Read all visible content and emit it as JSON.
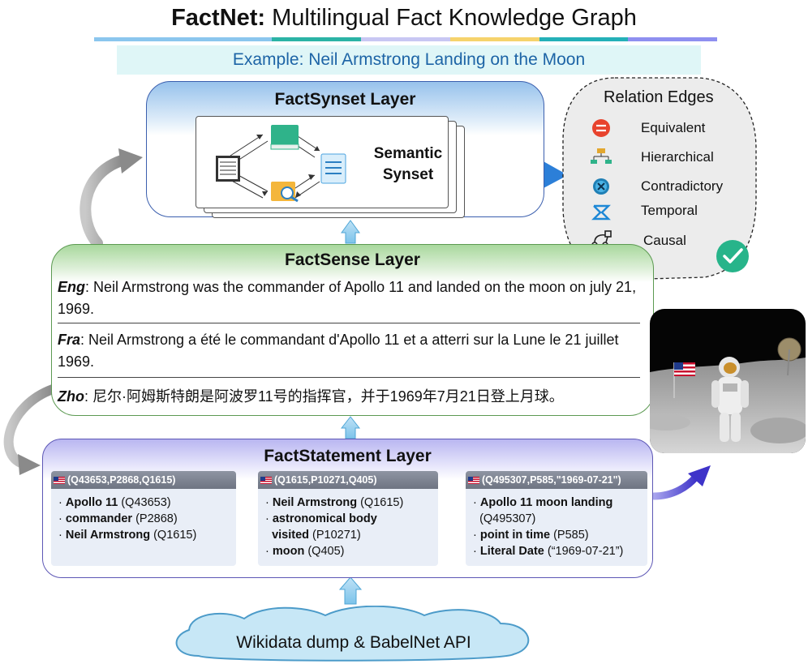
{
  "title": {
    "bold": "FactNet:",
    "rest": " Multilingual Fact Knowledge Graph"
  },
  "title_bar_colors": [
    "#8bc6ee",
    "#8bc6ee",
    "#2bb3a5",
    "#c8c7f3",
    "#f6d36c",
    "#24b0b8",
    "#8e8ff0"
  ],
  "example": "Example: Neil Armstrong Landing on the Moon",
  "synset": {
    "title": "FactSynset Layer",
    "label_line1": "Semantic",
    "label_line2": "Synset"
  },
  "relations": {
    "title": "Relation Edges",
    "items": [
      {
        "label": "Equivalent",
        "icon": "equivalent-icon",
        "color": "#e8432d"
      },
      {
        "label": "Hierarchical",
        "icon": "hierarchy-icon",
        "color": "#e2a72e"
      },
      {
        "label": "Contradictory",
        "icon": "contradictory-icon",
        "color": "#1f7fb5"
      },
      {
        "label": "Temporal",
        "icon": "temporal-icon",
        "color": "#1e88d6"
      },
      {
        "label": "Causal",
        "icon": "causal-icon",
        "color": "#222222"
      }
    ],
    "check_color": "#27b48a"
  },
  "sense": {
    "title": "FactSense Layer",
    "eng_lang": "Eng",
    "eng_text": ": Neil Armstrong was the commander of Apollo 11 and landed on the moon on july 21, 1969.",
    "fra_lang": "Fra",
    "fra_text": ": Neil Armstrong a été le commandant d'Apollo 11 et a atterri sur la Lune le 21 juillet 1969.",
    "zho_lang": "Zho",
    "zho_text": ": 尼尔·阿姆斯特朗是阿波罗11号的指挥官，并于1969年7月21日登上月球。"
  },
  "statement": {
    "title": "FactStatement Layer",
    "cards": [
      {
        "header": "(Q43653,P2868,Q1615)",
        "items": [
          {
            "bold": "Apollo 11",
            "id": " (Q43653)"
          },
          {
            "bold": "commander",
            "id": " (P2868)"
          },
          {
            "bold": "Neil Armstrong",
            "id": " (Q1615)"
          }
        ]
      },
      {
        "header": "(Q1615,P10271,Q405)",
        "items": [
          {
            "bold": "Neil Armstrong",
            "id": " (Q1615)"
          },
          {
            "bold": "astronomical body",
            "id": ""
          },
          {
            "bold": "visited",
            "id": " (P10271)"
          },
          {
            "bold": "moon",
            "id": " (Q405)"
          }
        ]
      },
      {
        "header": "(Q495307,P585,\"1969-07-21\")",
        "items": [
          {
            "bold": "Apollo 11 moon landing",
            "id": ""
          },
          {
            "bold": "",
            "id": "(Q495307)"
          },
          {
            "bold": "point in time",
            "id": " (P585)"
          },
          {
            "bold": "Literal Date",
            "id": " (“1969-07-21”)"
          }
        ]
      }
    ]
  },
  "source": "Wikidata dump & BabelNet API"
}
